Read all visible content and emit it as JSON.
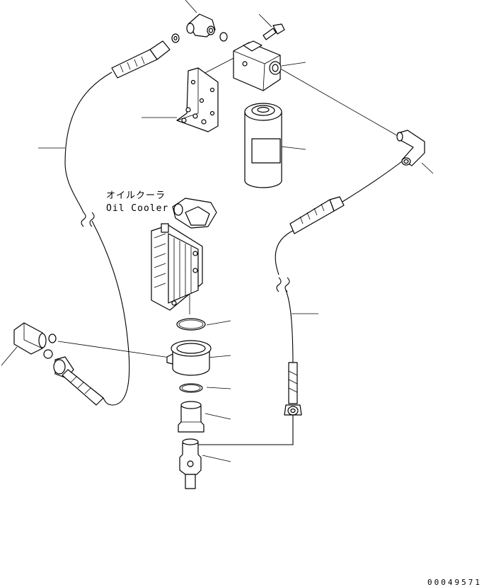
{
  "labels": {
    "oil_cooler_jp": "オイルクーラ",
    "oil_cooler_en": "Oil Cooler"
  },
  "drawing_number": "00049571"
}
